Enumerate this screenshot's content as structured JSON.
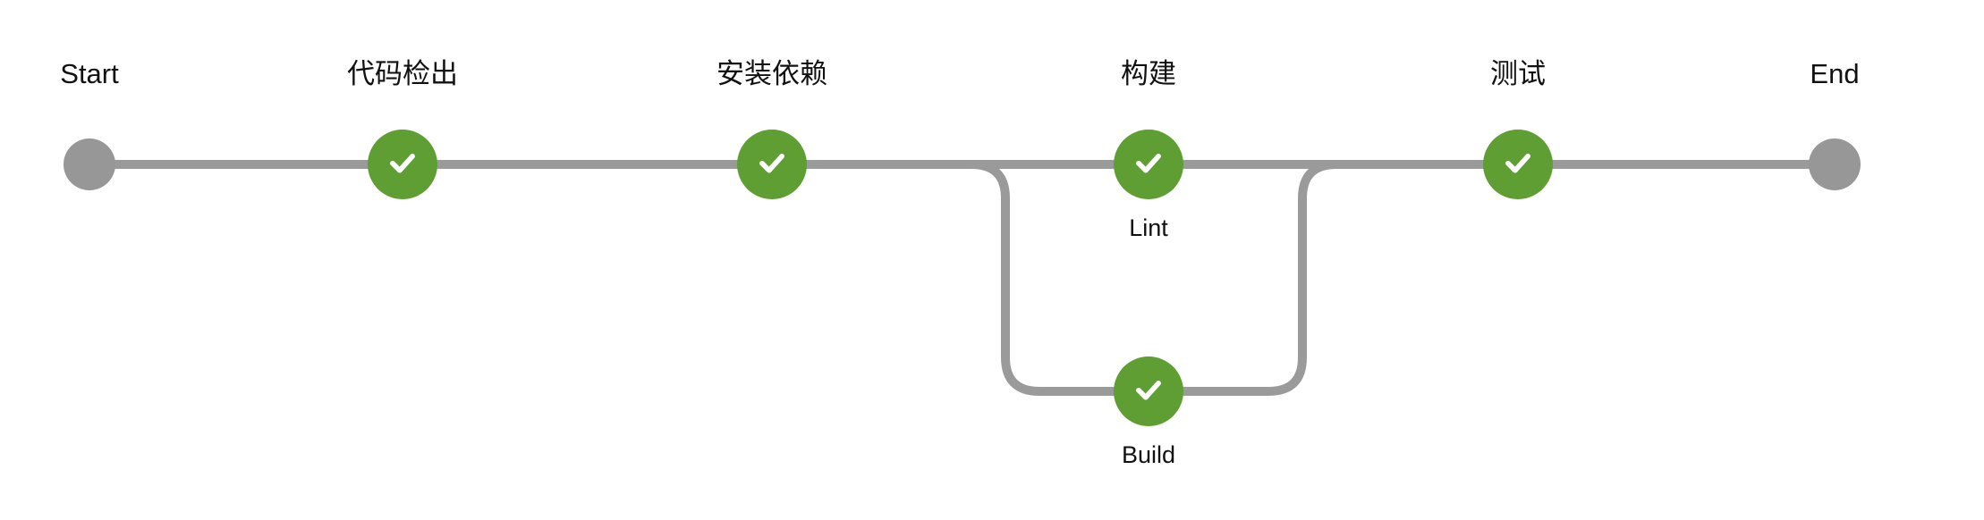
{
  "diagram": {
    "start": {
      "label": "Start"
    },
    "end": {
      "label": "End"
    },
    "stages": [
      {
        "label": "代码检出",
        "status": "success"
      },
      {
        "label": "安装依赖",
        "status": "success"
      },
      {
        "label": "构建",
        "status": "success"
      },
      {
        "label": "测试",
        "status": "success"
      }
    ],
    "parallel_branches": [
      {
        "label": "Lint",
        "status": "success"
      },
      {
        "label": "Build",
        "status": "success"
      }
    ],
    "icons": {
      "check": "check-icon"
    },
    "colors": {
      "success_node": "#5f9e32",
      "terminal_node": "#979797",
      "edge_line": "#9a9a9a",
      "check_mark": "#ffffff",
      "label_text": "#111111",
      "background": "#ffffff"
    }
  }
}
